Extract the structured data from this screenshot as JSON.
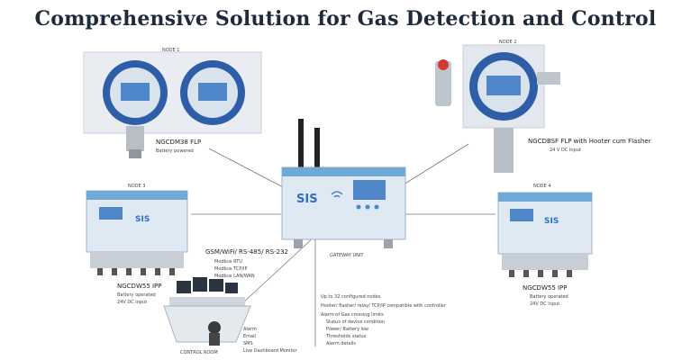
{
  "title": "Comprehensive Solution for Gas Detection and Control",
  "nodes": {
    "node1": {
      "label": "NODE 1",
      "model": "NGCDM38 FLP",
      "sub": "Battery powered"
    },
    "node2": {
      "label": "NODE 2",
      "model": "NGCDBSF FLP with Hooter cum Flasher",
      "sub": "24 V DC Input"
    },
    "node3": {
      "label": "NODE 3",
      "model": "NGCDW55 IPP",
      "sub": "Battery operated",
      "sub2": "24V DC input"
    },
    "node4": {
      "label": "NODE 4",
      "model": "NGCDW55 IPP",
      "sub": "Battery operated",
      "sub2": "24V DC input"
    }
  },
  "gateway": {
    "brand": "SIS",
    "label": "GATEWAY UNIT"
  },
  "interface": {
    "heading": "GSM/WiFi/ RS-485/ RS-232",
    "items": [
      "Modbus RTU",
      "Modbus TCP/IP",
      "Modbus LAN/WAN"
    ]
  },
  "features": [
    "Up to 32 configured nodes",
    "Hooter/ flasher/ relay/ TCP/IP compatible with controller",
    "Alarm of Gas crossing limits",
    "Status of device condition",
    "Power/ Battery low",
    "Thresholds status",
    "Alarm details"
  ],
  "control_room": {
    "label": "CONTROL ROOM",
    "alerts": [
      "Alarm",
      "Email",
      "SMS",
      "Live Dashboard Monitor"
    ]
  },
  "icons": [
    "antenna-icon",
    "wifi-icon",
    "alarm-beacon-icon",
    "sensor-head-icon"
  ],
  "colors": {
    "blue": "#2f6fc4",
    "teal": "#4aa6c9",
    "panel": "#dfe9f3"
  }
}
